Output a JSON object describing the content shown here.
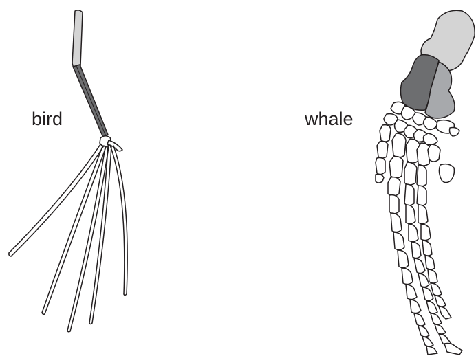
{
  "labels": {
    "bird": "bird",
    "whale": "whale"
  },
  "colors": {
    "outline": "#231f20",
    "bone_fill": "#ffffff",
    "upper_arm_fill": "#d4d4d4",
    "forearm_fill_bird": "#6d6e70",
    "radius_fill_whale": "#6d6e70",
    "ulna_fill_whale": "#a7a9ac"
  },
  "figures": [
    {
      "name": "bird-wing-skeleton",
      "label": "bird"
    },
    {
      "name": "whale-flipper-skeleton",
      "label": "whale"
    }
  ]
}
